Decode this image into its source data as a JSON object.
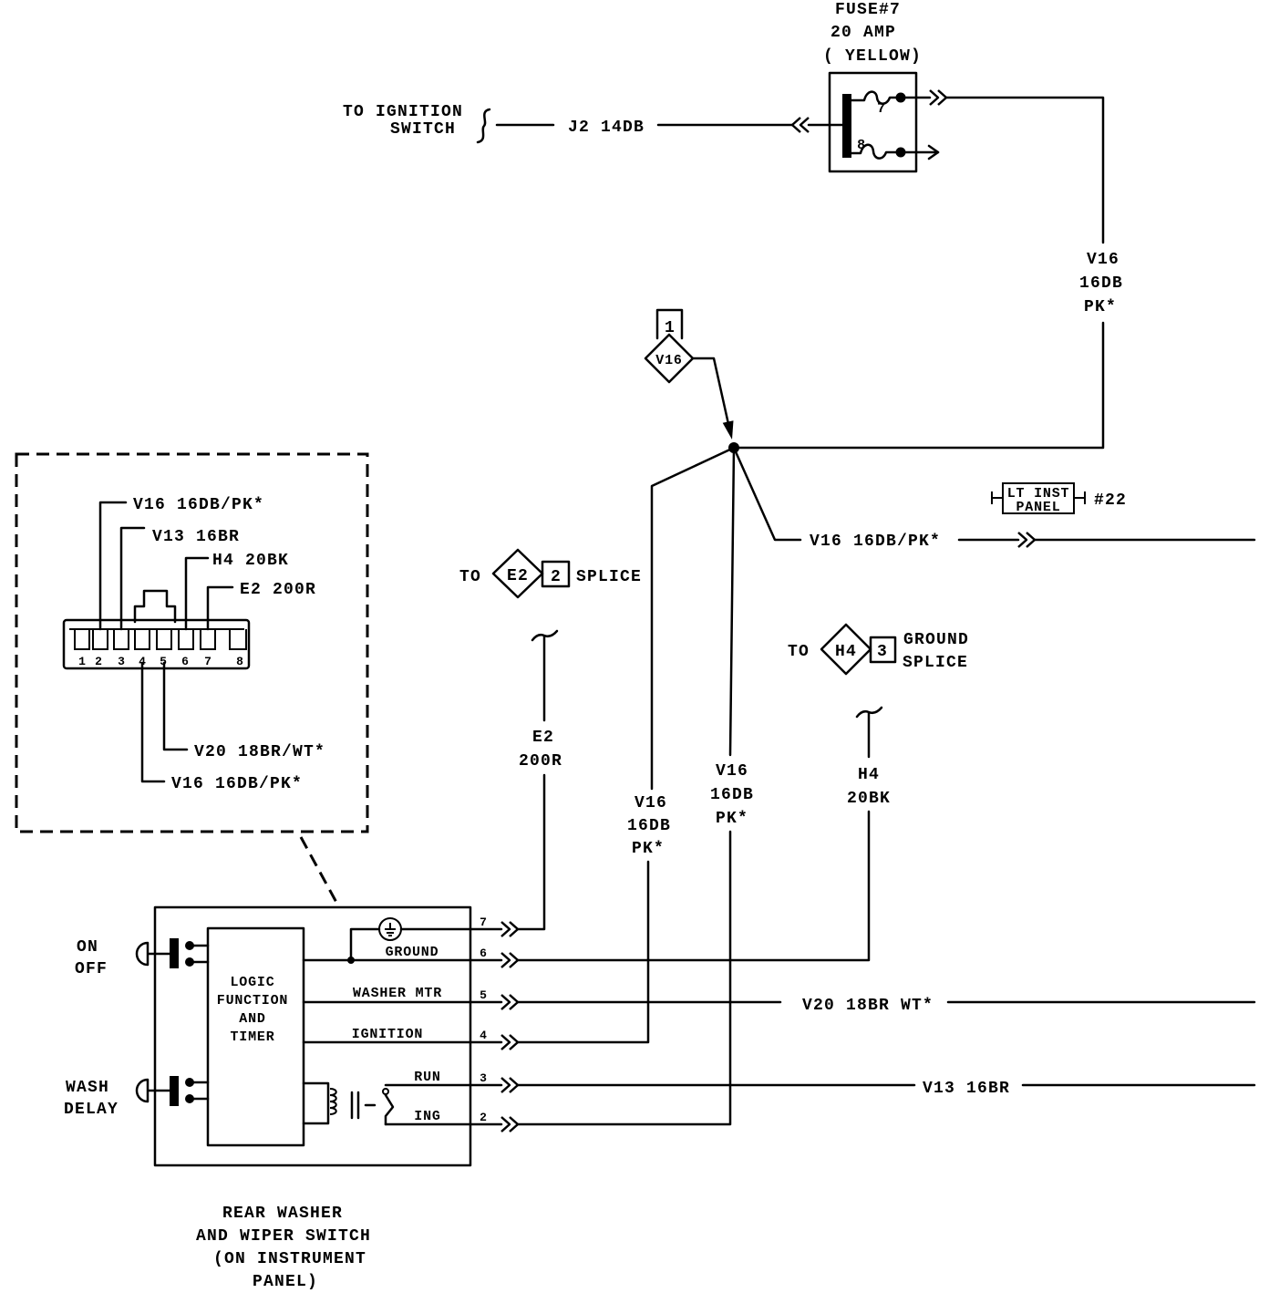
{
  "fuse": {
    "name": "FUSE#7",
    "rating": "20 AMP",
    "color": "( YELLOW)",
    "cavity_in": "7",
    "cavity_out": "8"
  },
  "ignition_feed": {
    "to_line_1": "TO IGNITION",
    "to_line_2": "SWITCH",
    "wire": "J2 14DB"
  },
  "fuse_output_wire": [
    "V16",
    "16DB",
    "PK*"
  ],
  "v16_connector": {
    "cavity": "1",
    "id": "V16"
  },
  "lt_inst_panel": {
    "line_1": "LT INST",
    "line_2": "PANEL",
    "ref": "#22"
  },
  "panel_wire": "V16 16DB/PK*",
  "e2_splice": {
    "to": "TO",
    "id": "E2",
    "pin": "2",
    "label": "SPLICE"
  },
  "h4_splice": {
    "to": "TO",
    "id": "H4",
    "pin": "3",
    "label_1": "GROUND",
    "label_2": "SPLICE"
  },
  "e2_wire": [
    "E2",
    "200R"
  ],
  "v16_wire_ignition": [
    "V16",
    "16DB",
    "PK*"
  ],
  "v16_wire_ing": [
    "V16",
    "16DB",
    "PK*"
  ],
  "h4_wire": [
    "H4",
    "20BK"
  ],
  "connector_inset": {
    "cavities": [
      "1",
      "2",
      "3",
      "4",
      "5",
      "6",
      "7",
      "8"
    ],
    "wire_cavity_2": "V16 16DB/PK*",
    "wire_cavity_3": "V13 16BR",
    "wire_cavity_6": "H4 20BK",
    "wire_cavity_7": "E2 200R",
    "wire_cavity_5": "V20 18BR/WT*",
    "wire_cavity_4": "V16 16DB/PK*"
  },
  "switch": {
    "on_off": [
      "ON",
      "OFF"
    ],
    "wash_delay": [
      "WASH",
      "DELAY"
    ],
    "logic_block": [
      "LOGIC",
      "FUNCTION",
      "AND",
      "TIMER"
    ],
    "circuits": [
      {
        "pin": "7"
      },
      {
        "pin": "6",
        "label": "GROUND"
      },
      {
        "pin": "5",
        "label": "WASHER MTR"
      },
      {
        "pin": "4",
        "label": "IGNITION"
      },
      {
        "pin": "3",
        "label": "RUN"
      },
      {
        "pin": "2",
        "label": "ING"
      }
    ],
    "caption": [
      "REAR WASHER",
      "AND WIPER SWITCH",
      "(ON INSTRUMENT",
      "PANEL)"
    ]
  },
  "washer_motor_wire": "V20 18BR WT*",
  "run_wire": "V13 16BR"
}
